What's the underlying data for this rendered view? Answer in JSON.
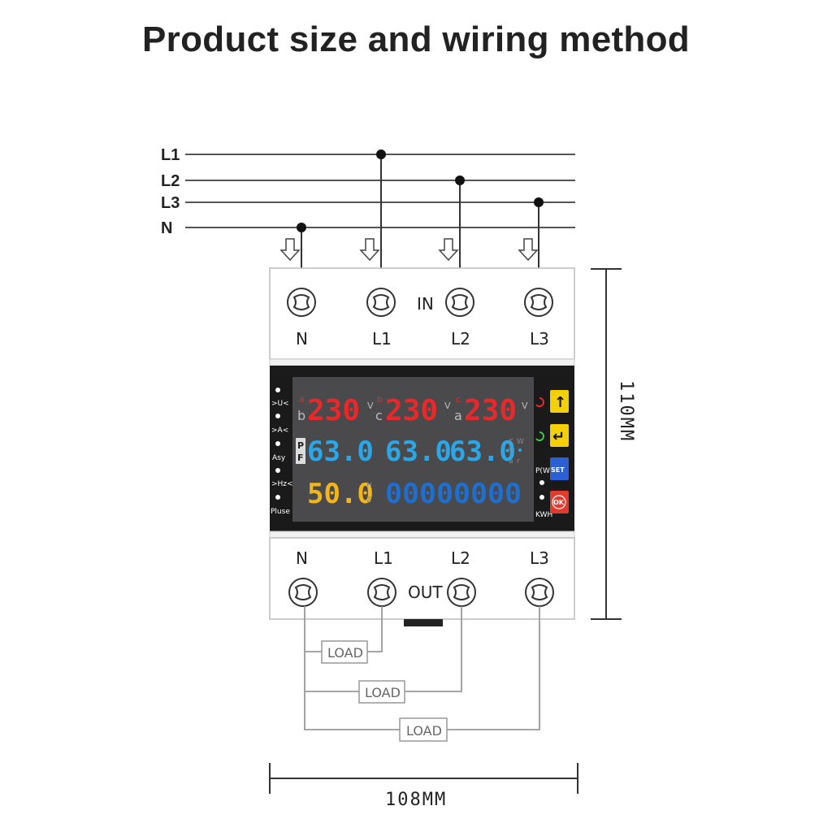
{
  "title": "Product size and wiring method",
  "bus_lines": [
    "L1",
    "L2",
    "L3",
    "N"
  ],
  "terminals_in": {
    "label": "IN",
    "names": [
      "N",
      "L1",
      "L2",
      "L3"
    ]
  },
  "terminals_out": {
    "label": "OUT",
    "names": [
      "N",
      "L1",
      "L2",
      "L3"
    ]
  },
  "display": {
    "row1": [
      {
        "top": "a",
        "bottom": "b",
        "value": "230",
        "unit": "V"
      },
      {
        "top": "b",
        "bottom": "c",
        "value": "230",
        "unit": "V"
      },
      {
        "top": "c",
        "bottom": "a",
        "value": "230",
        "unit": "V"
      }
    ],
    "pf_label": [
      "P",
      "F"
    ],
    "row2": [
      "63.0",
      "63.0",
      "63.0"
    ],
    "row2_units": [
      "K",
      "W",
      "V",
      "a",
      "r"
    ],
    "row3_freq": "50.0",
    "row3_freq_unit": [
      "H",
      "Z"
    ],
    "row3_energy": "00000000",
    "left_labels": [
      ">U<",
      ">A<",
      "Asy",
      ">Hz<",
      "Pluse"
    ],
    "right_labels": [
      "P(W)",
      "KWH"
    ],
    "buttons": [
      {
        "name": "up",
        "glyph": "↑",
        "color": "#f5d000"
      },
      {
        "name": "enter",
        "glyph": "↵",
        "color": "#f5d000"
      },
      {
        "name": "set",
        "glyph": "SET",
        "color": "#2a5fd6"
      },
      {
        "name": "ok",
        "glyph": "OK",
        "color": "#e23b2e"
      }
    ],
    "colors": {
      "red": "#e8282b",
      "blue": "#2aa7e8",
      "yellow": "#f2b51a",
      "darkblue": "#1f6fd0",
      "screen": "#4a4a4c"
    }
  },
  "load_label": "LOAD",
  "dim_height": "110MM",
  "dim_width": "108MM"
}
